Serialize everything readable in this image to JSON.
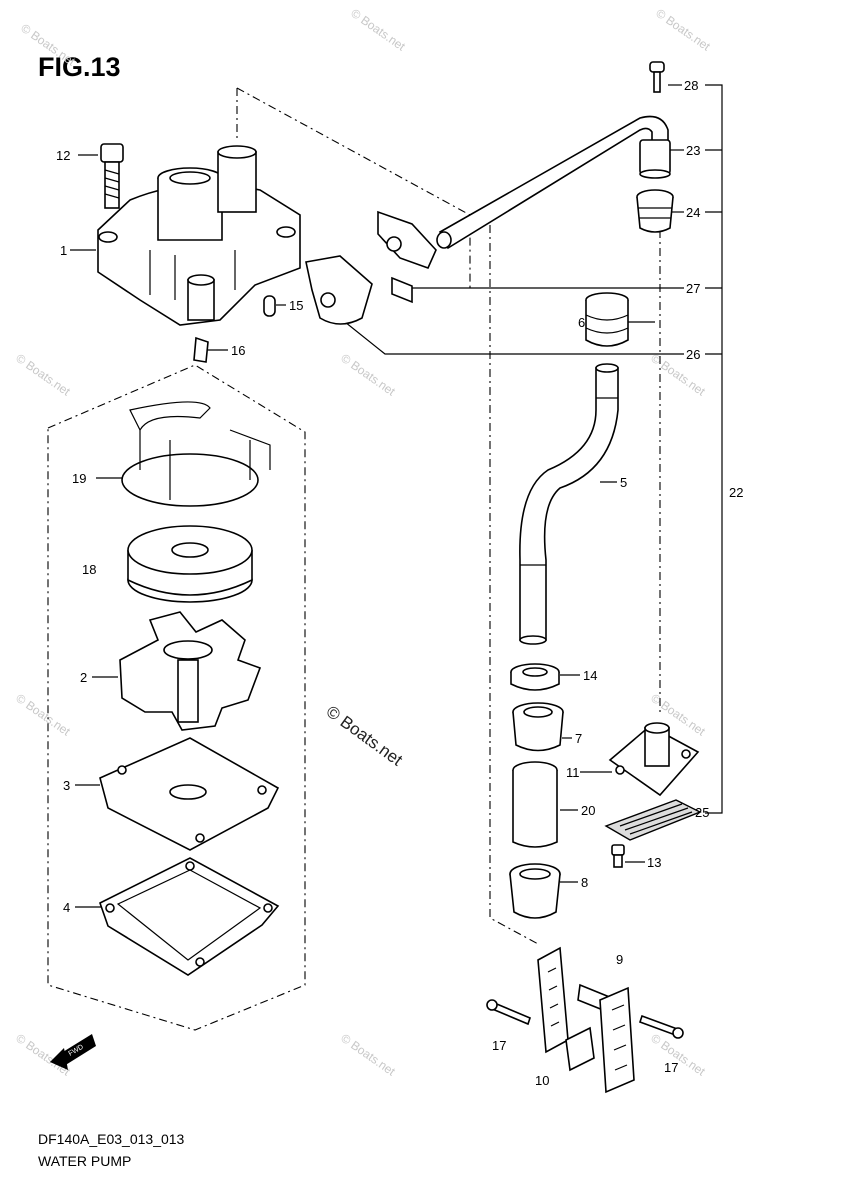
{
  "figure": {
    "title": "FIG.13",
    "drawing_code": "DF140A_E03_013_013",
    "caption": "WATER PUMP",
    "brand_mark": "Boats.net",
    "watermark": "© Boats.net"
  },
  "callouts": {
    "c1": "1",
    "c2": "2",
    "c3": "3",
    "c4": "4",
    "c5": "5",
    "c6": "6",
    "c7": "7",
    "c8": "8",
    "c9": "9",
    "c10": "10",
    "c11": "11",
    "c12": "12",
    "c13": "13",
    "c14": "14",
    "c15": "15",
    "c16": "16",
    "c17a": "17",
    "c17b": "17",
    "c18": "18",
    "c19": "19",
    "c20": "20",
    "c22": "22",
    "c23": "23",
    "c24": "24",
    "c25": "25",
    "c26": "26",
    "c27": "27",
    "c28": "28"
  },
  "icons": {
    "fwd_arrow": "fwd-arrow-icon",
    "copyright": "copyright-icon"
  }
}
